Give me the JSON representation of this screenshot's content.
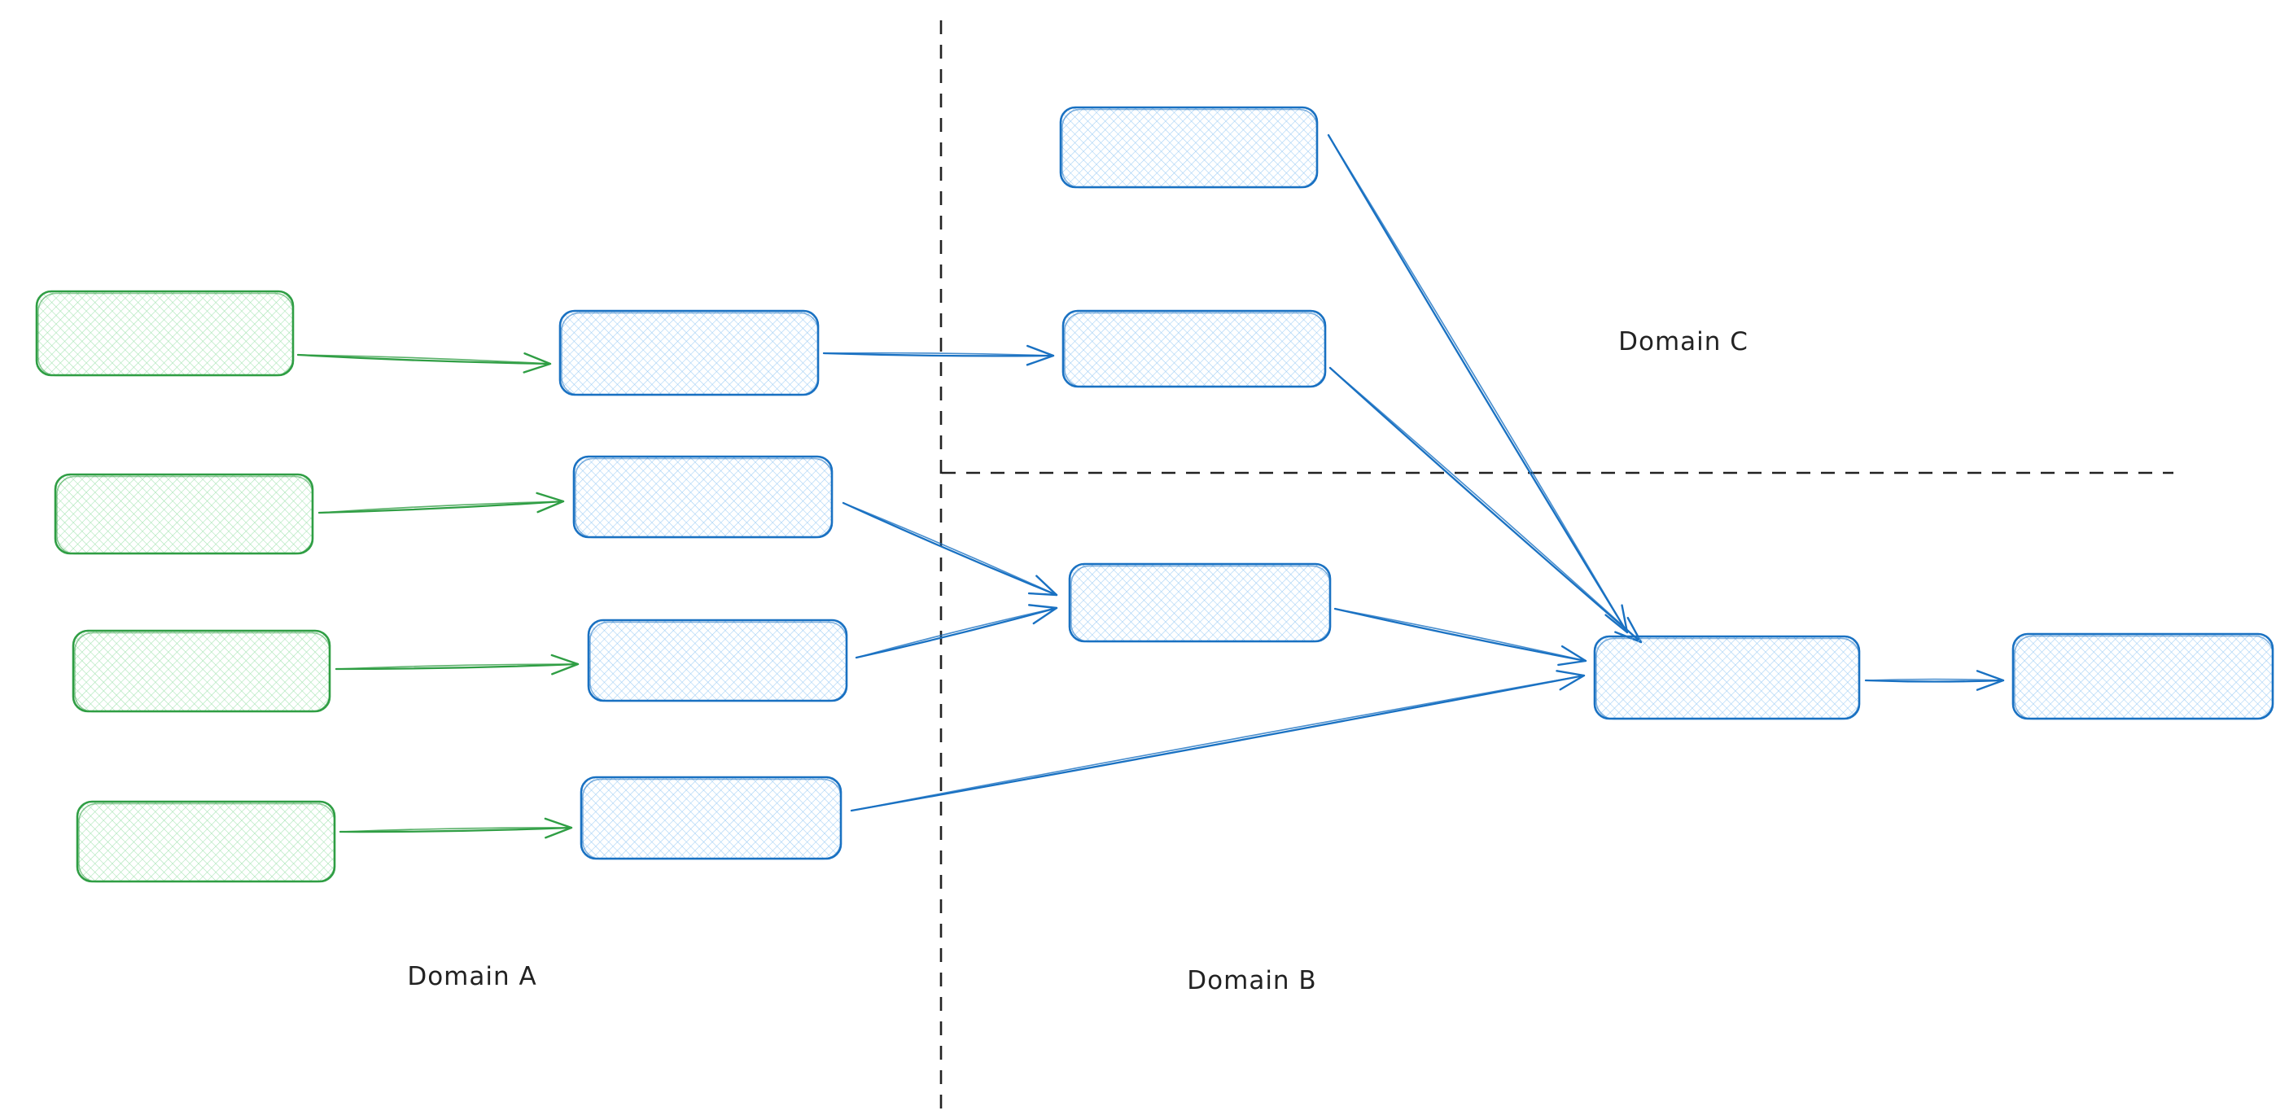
{
  "diagram": {
    "labels": {
      "domain_a": "Domain A",
      "domain_b": "Domain B",
      "domain_c": "Domain C"
    },
    "colors": {
      "background": "#ffffff",
      "ink": "#222222",
      "green_stroke": "#2f9e44",
      "green_hatch": "#a3e3b0",
      "blue_stroke": "#1971c2",
      "blue_hatch": "#9ecdf5"
    },
    "nodes": [
      {
        "id": "source-1",
        "color": "green",
        "domain": "A"
      },
      {
        "id": "source-2",
        "color": "green",
        "domain": "A"
      },
      {
        "id": "source-3",
        "color": "green",
        "domain": "A"
      },
      {
        "id": "source-4",
        "color": "green",
        "domain": "A"
      },
      {
        "id": "proc-1",
        "color": "blue",
        "domain": "A"
      },
      {
        "id": "proc-2",
        "color": "blue",
        "domain": "A"
      },
      {
        "id": "proc-3",
        "color": "blue",
        "domain": "A"
      },
      {
        "id": "proc-4",
        "color": "blue",
        "domain": "A"
      },
      {
        "id": "c-top",
        "color": "blue",
        "domain": "C"
      },
      {
        "id": "c-mid",
        "color": "blue",
        "domain": "C"
      },
      {
        "id": "b-mid",
        "color": "blue",
        "domain": "B"
      },
      {
        "id": "b-hub",
        "color": "blue",
        "domain": "B"
      },
      {
        "id": "b-final",
        "color": "blue",
        "domain": "B"
      }
    ],
    "edges": [
      {
        "from": "source-1",
        "to": "proc-1",
        "color": "green"
      },
      {
        "from": "source-2",
        "to": "proc-2",
        "color": "green"
      },
      {
        "from": "source-3",
        "to": "proc-3",
        "color": "green"
      },
      {
        "from": "source-4",
        "to": "proc-4",
        "color": "green"
      },
      {
        "from": "proc-1",
        "to": "c-mid",
        "color": "blue"
      },
      {
        "from": "proc-2",
        "to": "b-mid",
        "color": "blue"
      },
      {
        "from": "proc-3",
        "to": "b-mid",
        "color": "blue"
      },
      {
        "from": "proc-4",
        "to": "b-hub",
        "color": "blue"
      },
      {
        "from": "c-top",
        "to": "b-hub",
        "color": "blue"
      },
      {
        "from": "c-mid",
        "to": "b-hub",
        "color": "blue"
      },
      {
        "from": "b-mid",
        "to": "b-hub",
        "color": "blue"
      },
      {
        "from": "b-hub",
        "to": "b-final",
        "color": "blue"
      }
    ],
    "dividers": [
      {
        "id": "divider-vertical"
      },
      {
        "id": "divider-horizontal"
      }
    ]
  }
}
